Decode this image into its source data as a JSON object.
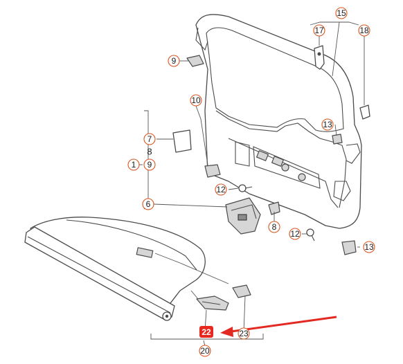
{
  "colors": {
    "callout_ring": "#d9541e",
    "callout_text": "#1a1a1a",
    "highlight_fill": "#e8281e",
    "highlight_text": "#ffffff",
    "pointer_arrow": "#e22a22",
    "line": "#4a4a4a"
  },
  "callouts": {
    "c15": "15",
    "c17": "17",
    "c18": "18",
    "c9_top": "9",
    "c10": "10",
    "c13_top": "13",
    "c7": "7",
    "c8_left": "8",
    "c1": "1",
    "c9_left": "9",
    "c12_mid": "12",
    "c6": "6",
    "c8_right": "8",
    "c12_low": "12",
    "c13_low": "13",
    "c23": "23",
    "c20": "20",
    "c22_highlight": "22"
  }
}
